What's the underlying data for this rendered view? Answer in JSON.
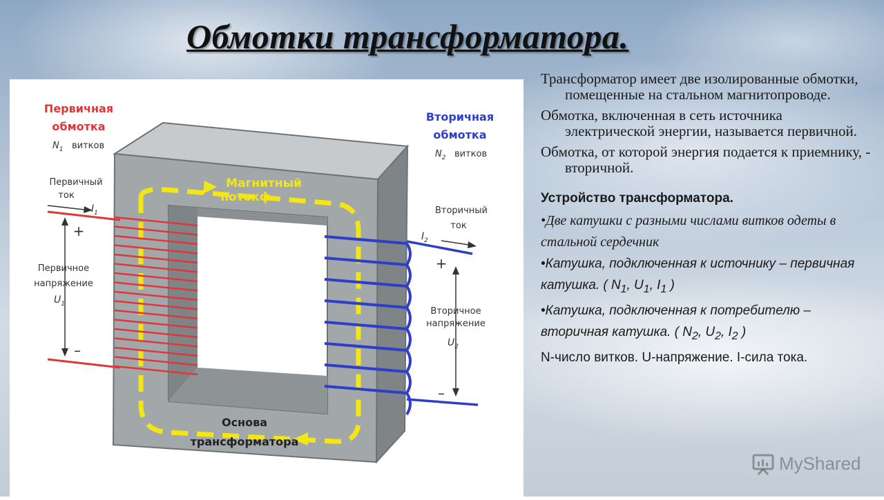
{
  "title": "Обмотки трансформатора.",
  "paragraphs": [
    "Трансформатор имеет две изолированные обмотки, помещенные на стальном магнитопроводе.",
    "Обмотка, включенная в сеть источника электрической энергии, называется первичной.",
    "Обмотка, от которой энергия подается к приемнику, - вторичной."
  ],
  "device_heading": "Устройство трансформатора.",
  "bullet1": "•Две катушки с разными числами витков одеты в стальной сердечник",
  "bullet2": {
    "text": "•Катушка, подключенная к источнику – первичная катушка. (",
    "n": "N",
    "n_sub": "1",
    "u": "U",
    "u_sub": "1",
    "i": "I",
    "i_sub": "1",
    "close": ")"
  },
  "bullet3": {
    "text": "•Катушка, подключенная к потребителю – вторичная катушка. (",
    "n": "N",
    "n_sub": "2",
    "u": "U",
    "u_sub": "2",
    "i": "I",
    "i_sub": "2",
    "close": ")"
  },
  "note": "N-число витков. U-напряжение.   I-сила тока.",
  "watermark": "MyShared",
  "diagram": {
    "primary_winding_line1": "Первичная",
    "primary_winding_line2": "обмотка",
    "n1": "N",
    "n1_sub": "1",
    "n1_suffix": "витков",
    "secondary_winding_line1": "Вторичная",
    "secondary_winding_line2": "обмотка",
    "n2": "N",
    "n2_sub": "2",
    "n2_suffix": "витков",
    "primary_current_line1": "Первичный",
    "primary_current_line2": "ток",
    "i1": "I",
    "i1_sub": "1",
    "secondary_current_line1": "Вторичный",
    "secondary_current_line2": "ток",
    "i2": "I",
    "i2_sub": "2",
    "primary_voltage_line1": "Первичное",
    "primary_voltage_line2": "напряжение",
    "u1": "U",
    "u1_sub": "1",
    "secondary_voltage_line1": "Вторичное",
    "secondary_voltage_line2": "напряжение",
    "u2": "U",
    "u2_sub": "2",
    "flux_line1": "Магнитный",
    "flux_line2": "потокф",
    "core_line1": "Основа",
    "core_line2": "трансформатора",
    "plus": "+",
    "minus": "–"
  },
  "colors": {
    "primary": "#e0363a",
    "secondary": "#2d3fc8",
    "flux": "#f4e514",
    "core": "#9ea3a6"
  }
}
